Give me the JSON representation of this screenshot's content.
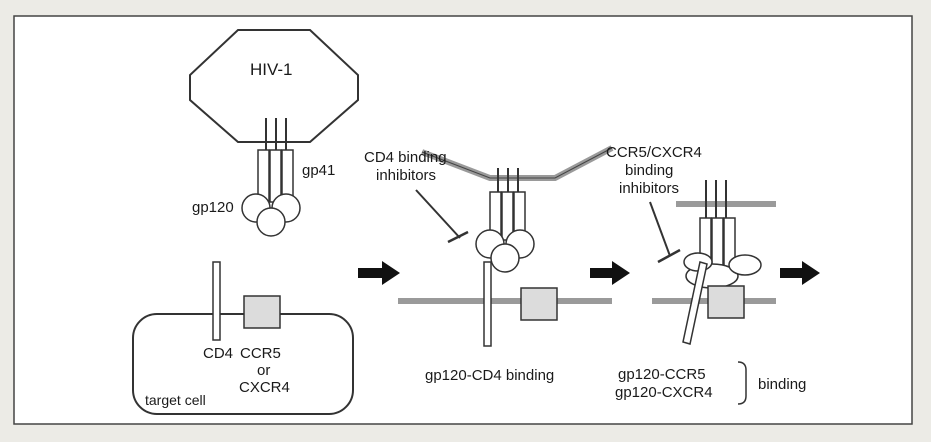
{
  "labels": {
    "virus": "HIV-1",
    "gp41": "gp41",
    "gp120": "gp120",
    "cd4": "CD4",
    "ccr5": "CCR5",
    "or": "or",
    "cxcr4": "CXCR4",
    "target_cell": "target cell",
    "cd4_inhibitors_line1": "CD4 binding",
    "cd4_inhibitors_line2": "inhibitors",
    "coreceptor_inhibitors_line1": "CCR5/CXCR4",
    "coreceptor_inhibitors_line2": "binding",
    "coreceptor_inhibitors_line3": "inhibitors",
    "gp120_cd4_binding": "gp120-CD4 binding",
    "gp120_ccr5": "gp120-CCR5",
    "gp120_cxcr4": "gp120-CXCR4",
    "binding": "binding"
  },
  "colors": {
    "background": "#ecebe6",
    "panel": "#ffffff",
    "line": "#333333",
    "membrane_fill": "#9a9a9a",
    "receptor_fill": "#dcdcdc",
    "arrow": "#111111"
  },
  "icons": {
    "step_arrow": "right-arrow-icon",
    "inhibition": "t-bar-inhibition-icon"
  }
}
